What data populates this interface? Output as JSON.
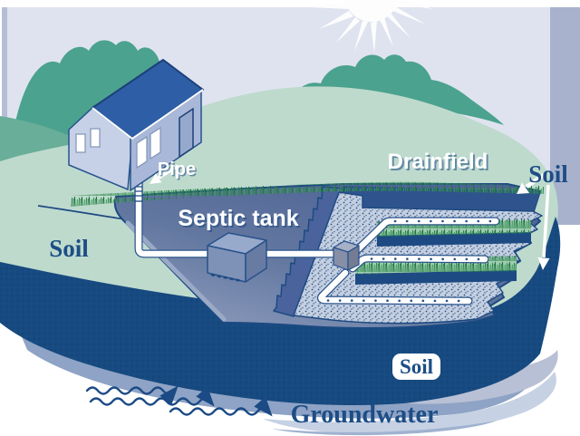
{
  "diagram": {
    "title": "Septic system cross-section diagram",
    "labels": {
      "pipe": "Pipe",
      "septic_tank": "Septic tank",
      "drainfield": "Drainfield",
      "soil_upper_right": "Soil",
      "soil_left": "Soil",
      "soil_deep": "Soil",
      "groundwater": "Groundwater"
    },
    "colors": {
      "sky": "#dfe3ef",
      "side_panel_left": "#b5bed5",
      "side_panel_right": "#a8b2cd",
      "sun_white": "#fdfdfe",
      "hill_dark_green": "#4ba28e",
      "hill_medium_green": "#68ae99",
      "ground_light_green": "#bedacd",
      "grass_green": "#2f8a4e",
      "underground_slate": "#60759f",
      "trench_navy": "#2f548d",
      "soil_layer_navy": "#174a80",
      "gravel_fill": "#c4cfe0",
      "groundwater_medium": "#8ea3c5",
      "groundwater_light": "#c6d1e4",
      "pipe_white": "#ffffff",
      "house_roof_blue": "#2e5ea6",
      "house_wall_light": "#c6d0e6",
      "house_wall_medium": "#a9b8d8",
      "label_white": "#ffffff",
      "label_navy": "#1d4d85"
    },
    "components": [
      "sun",
      "trees",
      "hills",
      "house",
      "sewer-pipe",
      "septic-tank",
      "distribution-box",
      "drainfield-laterals",
      "gravel-trenches",
      "grass",
      "soil-layers",
      "groundwater-flow-arrows"
    ]
  }
}
